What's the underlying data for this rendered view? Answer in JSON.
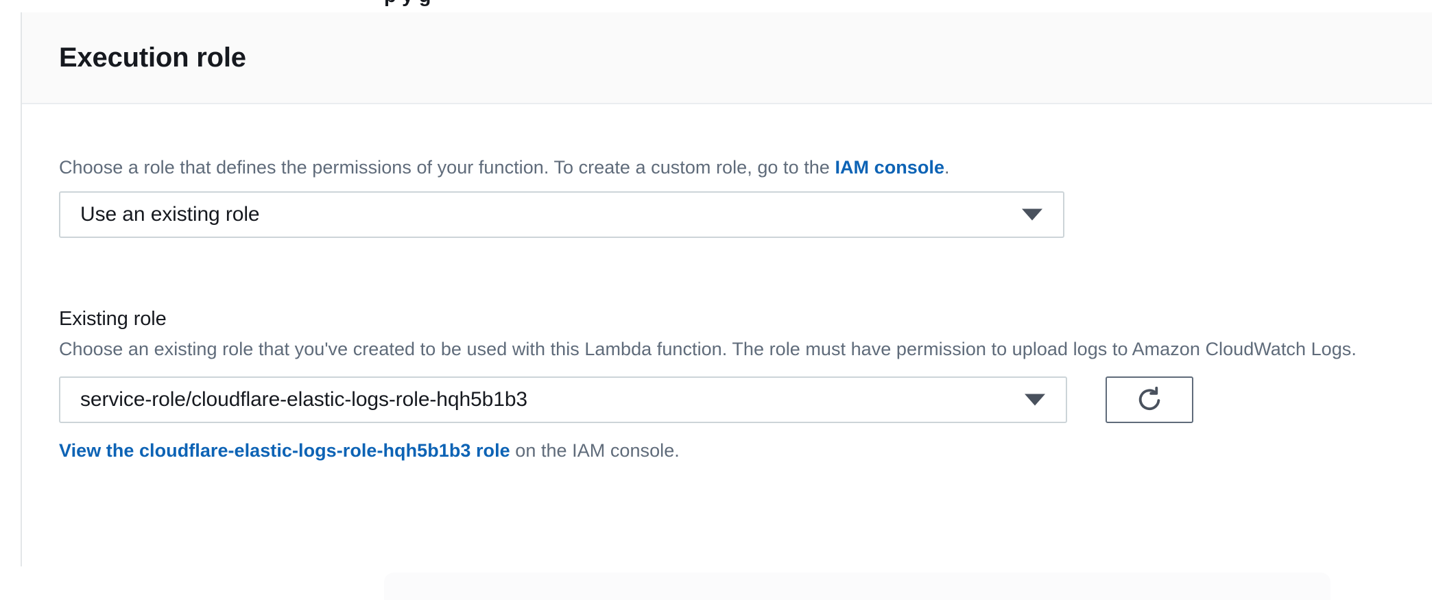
{
  "clipped_text_above": "p      y          g",
  "panel": {
    "title": "Execution role",
    "role_type": {
      "description_prefix": "Choose a role that defines the permissions of your function. To create a custom role, go to the ",
      "description_link": "IAM console",
      "description_suffix": ".",
      "select_value": "Use an existing role",
      "caret_icon": "chevron-down-icon"
    },
    "existing_role": {
      "label": "Existing role",
      "description": "Choose an existing role that you've created to be used with this Lambda function. The role must have permission to upload logs to Amazon CloudWatch Logs.",
      "select_value": "service-role/cloudflare-elastic-logs-role-hqh5b1b3",
      "caret_icon": "chevron-down-icon",
      "refresh_icon": "refresh-icon",
      "view_link_text": "View the cloudflare-elastic-logs-role-hqh5b1b3 role",
      "view_link_suffix": " on the IAM console."
    }
  },
  "colors": {
    "link": "#0d63b5",
    "text_primary": "#16191f",
    "text_secondary": "#5f6b7a",
    "border": "#ccd4d8",
    "header_bg": "#fafafa"
  }
}
